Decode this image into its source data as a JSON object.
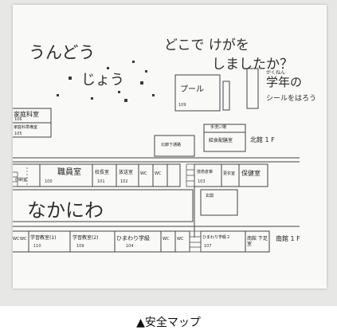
{
  "handwriting": {
    "title_line1": "うんどう",
    "title_line2": "じょう",
    "question_line1": "どこで けがを",
    "question_line2": "しましたか？",
    "instruction_line1": "学年の",
    "instruction_ruby": "がくねん",
    "instruction_line2": "シールをはろう"
  },
  "rooms": {
    "pool": "プール",
    "pool_number": "109",
    "kateika": "家庭科室",
    "kateika_number": "106",
    "kateika_junbi": "家庭科準備室",
    "kateika_junbi_number": "105",
    "insatsu": "印刷室",
    "shokuin": "職員室",
    "shokuin_number": "100",
    "kouchou": "校長室",
    "kouchou_number": "101",
    "housou": "放送室",
    "housou_number": "102",
    "wc": "WC",
    "kitagawa": "北廊下通路",
    "tearai": "手洗い場",
    "kyushoku": "給食配膳室",
    "kitakan": "北館 1 F",
    "gijutsu": "技術倉庫",
    "gijutsu_number": "103",
    "koui": "更衣室",
    "hoken": "保健室",
    "genkan": "玄関",
    "nakaniwa": "なかにわ",
    "gakushu1": "学習教室(1)",
    "gakushu1_number": "110",
    "gakushu2": "学習教室(2)",
    "gakushu2_number": "109",
    "himawari": "ひまわり学級",
    "himawari_number": "104",
    "himawari2": "ひまわり学級２",
    "himawari2_number": "107",
    "minami_genkan": "南館 下足室",
    "minamikan": "南館 1 F"
  },
  "caption": "▲安全マップ"
}
